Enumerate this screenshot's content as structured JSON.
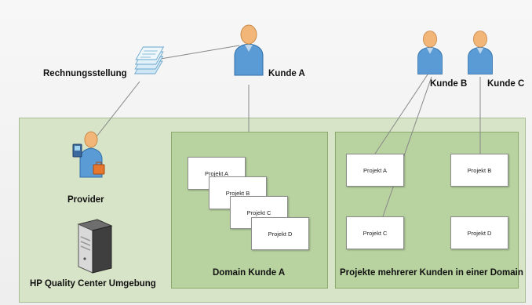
{
  "labels": {
    "billing": "Rechnungsstellung",
    "customer_a": "Kunde A",
    "customer_b": "Kunde B",
    "customer_c": "Kunde C",
    "provider": "Provider",
    "environment": "HP Quality Center Umgebung",
    "domain_a": "Domain Kunde A",
    "domain_multi": "Projekte mehrerer Kunden in einer Domain"
  },
  "domain_a_projects": [
    "Projekt A",
    "Projekt B",
    "Projekt C",
    "Projekt D"
  ],
  "multi_projects": [
    "Projekt A",
    "Projekt B",
    "Projekt C",
    "Projekt D"
  ],
  "icons": [
    "documents-icon",
    "person-icon",
    "provider-person-icon",
    "server-icon"
  ],
  "colors": {
    "environment": "#d8e4c8",
    "domain": "#b8d2a0",
    "person": "#5b9bd5"
  }
}
